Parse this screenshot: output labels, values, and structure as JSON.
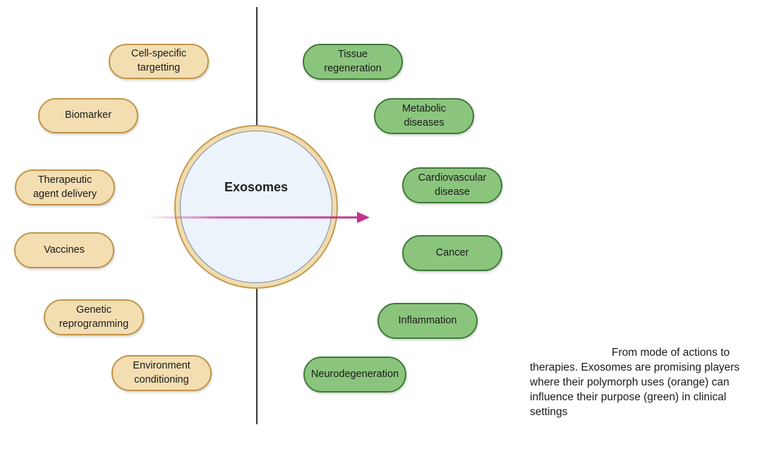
{
  "center": {
    "label": "Exosomes"
  },
  "colors": {
    "use_fill": "#f3deb2",
    "use_border": "#c09548",
    "purpose_fill": "#8bc57d",
    "purpose_border": "#3e7a36",
    "arrow": "#c2338e"
  },
  "uses": [
    {
      "label": "Cell-specific\ntargetting"
    },
    {
      "label": "Biomarker"
    },
    {
      "label": "Therapeutic\nagent delivery"
    },
    {
      "label": "Vaccines"
    },
    {
      "label": "Genetic\nreprogramming"
    },
    {
      "label": "Environment\nconditioning"
    }
  ],
  "purposes": [
    {
      "label": "Tissue\nregeneration"
    },
    {
      "label": "Metabolic\ndiseases"
    },
    {
      "label": "Cardiovascular\ndisease"
    },
    {
      "label": "Cancer"
    },
    {
      "label": "Inflammation"
    },
    {
      "label": "Neurodegeneration"
    }
  ],
  "caption": {
    "lead": "From mode of actions to",
    "body": "therapies. Exosomes are promising players where their polymorph uses (orange) can influence their purpose (green) in clinical settings"
  }
}
